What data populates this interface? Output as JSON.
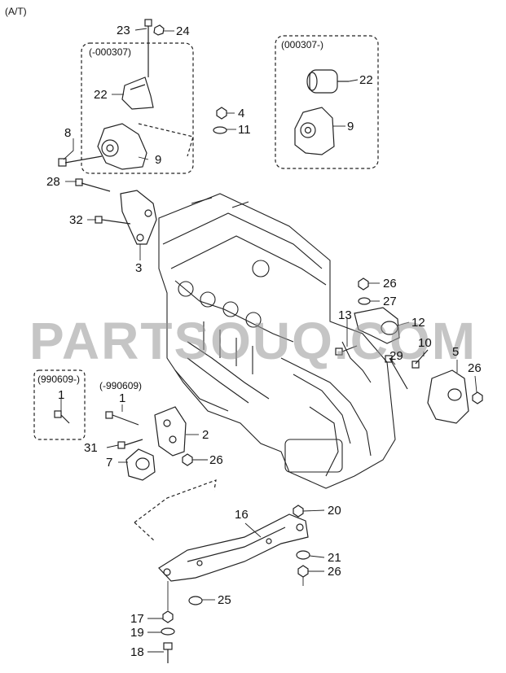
{
  "header": {
    "code": "(A/T)"
  },
  "watermark": "PARTSOUQ.COM",
  "boxes": {
    "left_upper": "(-000307)",
    "right_upper": "(000307-)",
    "left_lower": "(990609-)",
    "middle_lower": "(-990609)"
  },
  "callouts": {
    "p23": "23",
    "p24": "24",
    "p22a": "22",
    "p22b": "22",
    "p4": "4",
    "p11": "11",
    "p8": "8",
    "p9a": "9",
    "p9b": "9",
    "p28": "28",
    "p32": "32",
    "p3": "3",
    "p26a": "26",
    "p27": "27",
    "p13": "13",
    "p12": "12",
    "p10": "10",
    "p5": "5",
    "p29": "29",
    "p26b": "26",
    "p1a": "1",
    "p1b": "1",
    "p2": "2",
    "p31": "31",
    "p7": "7",
    "p26c": "26",
    "p16": "16",
    "p20": "20",
    "p21": "21",
    "p26d": "26",
    "p25": "25",
    "p17": "17",
    "p19": "19",
    "p18": "18"
  }
}
